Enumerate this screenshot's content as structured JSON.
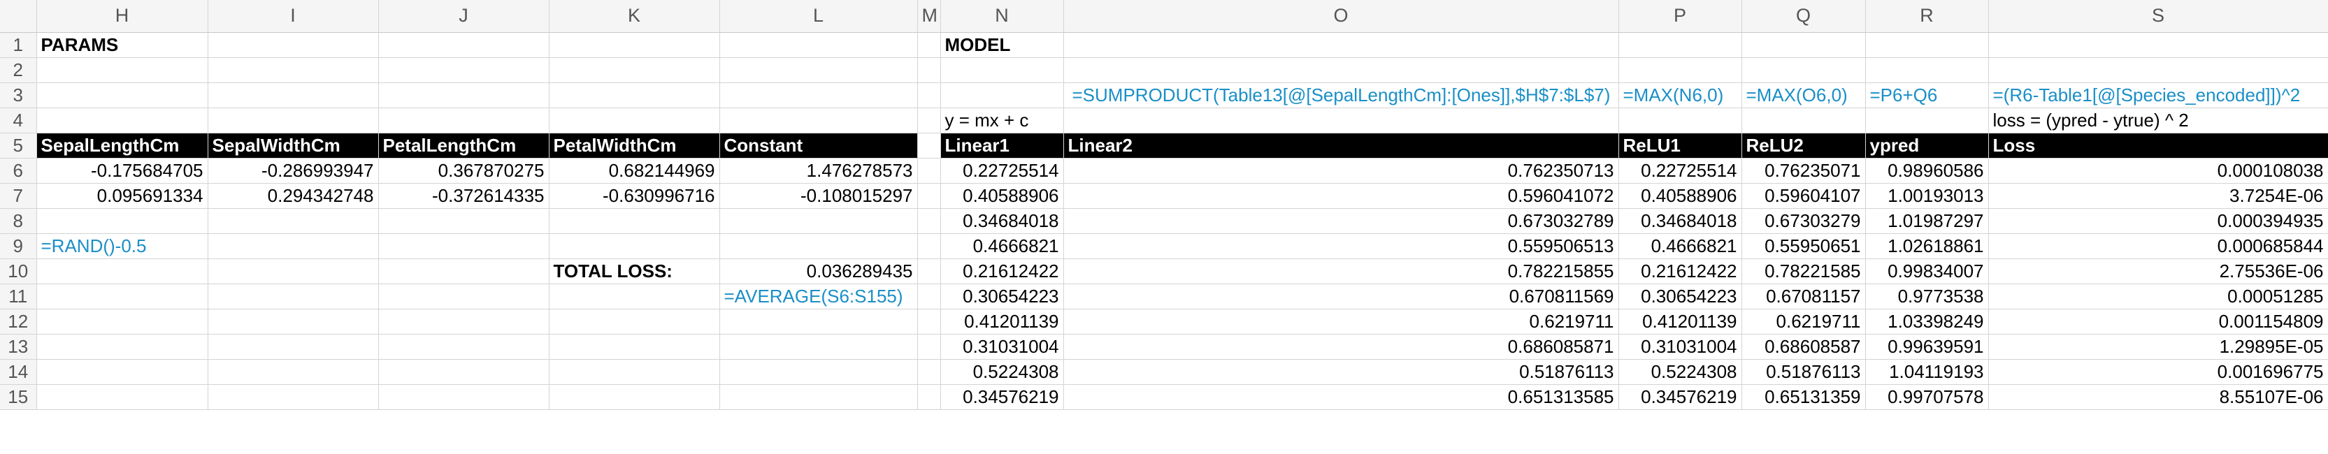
{
  "columns": [
    "",
    "H",
    "I",
    "J",
    "K",
    "L",
    "M",
    "N",
    "O",
    "P",
    "Q",
    "R",
    "S"
  ],
  "rows": [
    {
      "n": "1",
      "H": "PARAMS",
      "N": "MODEL"
    },
    {
      "n": "2"
    },
    {
      "n": "3",
      "O": "=SUMPRODUCT(Table13[@[SepalLengthCm]:[Ones]],$H$7:$L$7)",
      "P": "=MAX(N6,0)",
      "Q": "=MAX(O6,0)",
      "R": "=P6+Q6",
      "S": "=(R6-Table1[@[Species_encoded]])^2"
    },
    {
      "n": "4",
      "N": "y = mx + c",
      "S": "loss = (ypred - ytrue) ^ 2"
    },
    {
      "n": "5",
      "H": "SepalLengthCm",
      "I": "SepalWidthCm",
      "J": "PetalLengthCm",
      "K": "PetalWidthCm",
      "L": "Constant",
      "N": "Linear1",
      "O": "Linear2",
      "P": "ReLU1",
      "Q": "ReLU2",
      "R": "ypred",
      "S": "Loss"
    },
    {
      "n": "6",
      "H": "-0.175684705",
      "I": "-0.286993947",
      "J": "0.367870275",
      "K": "0.682144969",
      "L": "1.476278573",
      "N": "0.22725514",
      "O": "0.762350713",
      "P": "0.22725514",
      "Q": "0.76235071",
      "R": "0.98960586",
      "S": "0.000108038"
    },
    {
      "n": "7",
      "H": "0.095691334",
      "I": "0.294342748",
      "J": "-0.372614335",
      "K": "-0.630996716",
      "L": "-0.108015297",
      "N": "0.40588906",
      "O": "0.596041072",
      "P": "0.40588906",
      "Q": "0.59604107",
      "R": "1.00193013",
      "S": "3.7254E-06"
    },
    {
      "n": "8",
      "N": "0.34684018",
      "O": "0.673032789",
      "P": "0.34684018",
      "Q": "0.67303279",
      "R": "1.01987297",
      "S": "0.000394935"
    },
    {
      "n": "9",
      "H": "=RAND()-0.5",
      "N": "0.4666821",
      "O": "0.559506513",
      "P": "0.4666821",
      "Q": "0.55950651",
      "R": "1.02618861",
      "S": "0.000685844"
    },
    {
      "n": "10",
      "K": "TOTAL LOSS:",
      "L": "0.036289435",
      "N": "0.21612422",
      "O": "0.782215855",
      "P": "0.21612422",
      "Q": "0.78221585",
      "R": "0.99834007",
      "S": "2.75536E-06"
    },
    {
      "n": "11",
      "L": "=AVERAGE(S6:S155)",
      "N": "0.30654223",
      "O": "0.670811569",
      "P": "0.30654223",
      "Q": "0.67081157",
      "R": "0.9773538",
      "S": "0.00051285"
    },
    {
      "n": "12",
      "N": "0.41201139",
      "O": "0.6219711",
      "P": "0.41201139",
      "Q": "0.6219711",
      "R": "1.03398249",
      "S": "0.001154809"
    },
    {
      "n": "13",
      "N": "0.31031004",
      "O": "0.686085871",
      "P": "0.31031004",
      "Q": "0.68608587",
      "R": "0.99639591",
      "S": "1.29895E-05"
    },
    {
      "n": "14",
      "N": "0.5224308",
      "O": "0.51876113",
      "P": "0.5224308",
      "Q": "0.51876113",
      "R": "1.04119193",
      "S": "0.001696775"
    },
    {
      "n": "15",
      "N": "0.34576219",
      "O": "0.651313585",
      "P": "0.34576219",
      "Q": "0.65131359",
      "R": "0.99707578",
      "S": "8.55107E-06"
    }
  ],
  "colors": {
    "formula": "#1a8fc7",
    "header_bg": "#000000",
    "header_fg": "#ffffff"
  }
}
